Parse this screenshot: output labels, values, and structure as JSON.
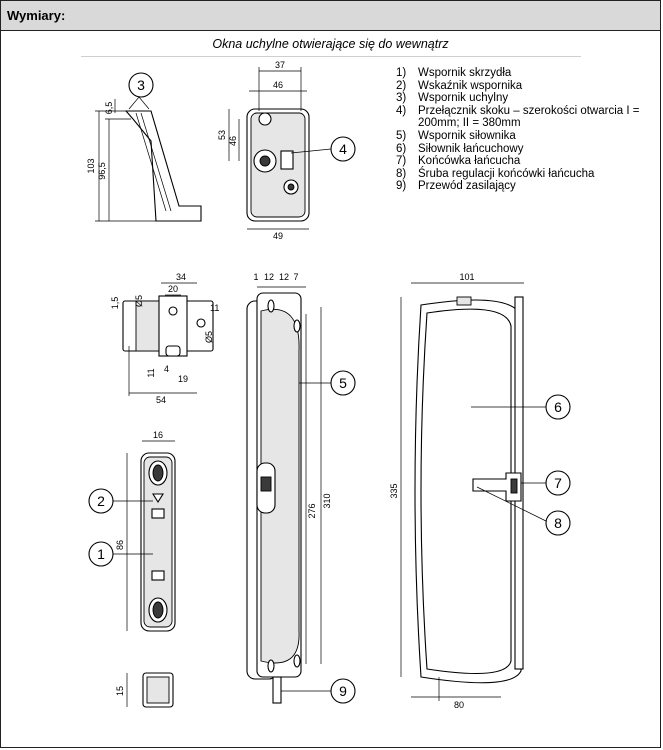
{
  "header": {
    "title": "Wymiary:"
  },
  "subtitle": "Okna uchylne otwierające się do wewnątrz",
  "legend": [
    {
      "num": "1)",
      "text": "Wspornik skrzydła"
    },
    {
      "num": "2)",
      "text": "Wskaźnik wspornika"
    },
    {
      "num": "3)",
      "text": "Wspornik uchylny"
    },
    {
      "num": "4)",
      "text": "Przełącznik skoku – szerokości otwarcia I = 200mm; II = 380mm"
    },
    {
      "num": "5)",
      "text": "Wspornik siłownika"
    },
    {
      "num": "6)",
      "text": "Siłownik łańcuchowy"
    },
    {
      "num": "7)",
      "text": "Końcówka łańcucha"
    },
    {
      "num": "8)",
      "text": "Śruba regulacji końcówki łańcucha"
    },
    {
      "num": "9)",
      "text": "Przewód zasilający"
    }
  ],
  "callouts": [
    "1",
    "2",
    "3",
    "4",
    "5",
    "6",
    "7",
    "8",
    "9"
  ],
  "dimensions": {
    "d_37": "37",
    "d_46_top": "46",
    "d_53": "53",
    "d_46_side": "46",
    "d_49": "49",
    "d_6_5": "6,5",
    "d_103": "103",
    "d_96_5": "96,5",
    "d_34": "34",
    "d_20": "20",
    "d_o5_top": "Ø5",
    "d_1_5": "1,5",
    "d_11_top": "11",
    "d_o5_side": "Ø5",
    "d_11_bot": "11",
    "d_4": "4",
    "d_19": "19",
    "d_54": "54",
    "d_16": "16",
    "d_86": "86",
    "d_15": "15",
    "d_1": "1",
    "d_12a": "12",
    "d_12b": "12",
    "d_7": "7",
    "d_276": "276",
    "d_310": "310",
    "d_101": "101",
    "d_335": "335",
    "d_80": "80"
  }
}
